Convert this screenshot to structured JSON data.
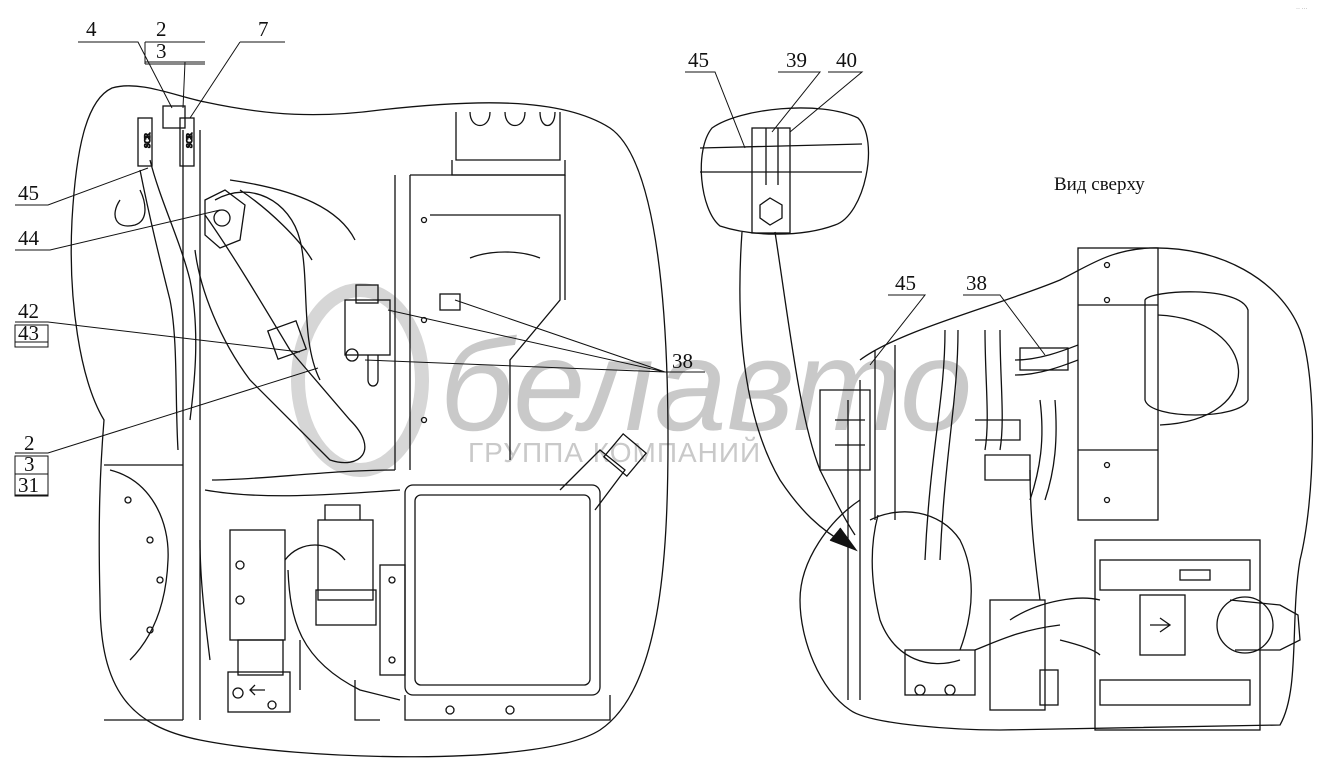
{
  "watermark": {
    "brand": "белавто",
    "subtitle": "ГРУППА КОМПАНИЙ"
  },
  "views": {
    "top_view_title": "Вид сверху"
  },
  "callouts": {
    "left": {
      "c4": "4",
      "c2_top": "2",
      "c3_top": "3",
      "c7": "7",
      "c45": "45",
      "c44": "44",
      "c42": "42",
      "c43": "43",
      "c2_bottom": "2",
      "c3_bottom": "3",
      "c31": "31",
      "c38": "38"
    },
    "detail": {
      "c45": "45",
      "c39": "39",
      "c40": "40"
    },
    "right": {
      "c45": "45",
      "c38": "38"
    }
  },
  "corner_mark": "·· ···",
  "labels_on_drawing": {
    "scr_left": "SCR",
    "scr_right": "SCR"
  }
}
